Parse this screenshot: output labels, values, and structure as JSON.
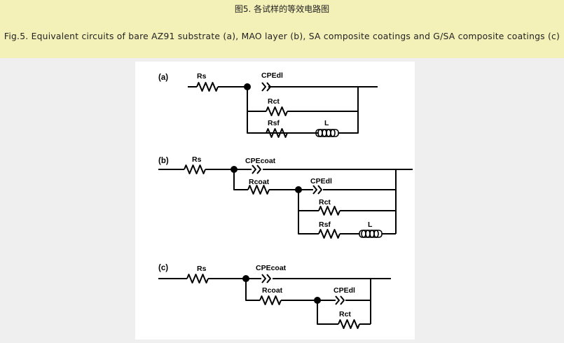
{
  "caption": {
    "chinese": "图5. 各试样的等效电路图",
    "english": "Fig.5. Equivalent circuits of bare AZ91 substrate (a), MAO layer (b), SA composite coatings and G/SA composite coatings (c)"
  },
  "colors": {
    "caption_bg": "#f3f0b8",
    "page_bg": "#efefef",
    "figure_bg": "#ffffff",
    "ink": "#000000"
  },
  "circuits": {
    "a": {
      "panel": "(a)",
      "rs": "Rs",
      "cpe": "CPEdl",
      "rct": "Rct",
      "rsf": "Rsf",
      "l": "L"
    },
    "b": {
      "panel": "(b)",
      "rs": "Rs",
      "cpe_coat": "CPEcoat",
      "rcoat": "Rcoat",
      "cpe_dl": "CPEdl",
      "rct": "Rct",
      "rsf": "Rsf",
      "l": "L"
    },
    "c": {
      "panel": "(c)",
      "rs": "Rs",
      "cpe_coat": "CPEcoat",
      "rcoat": "Rcoat",
      "cpe_dl": "CPEdl",
      "rct": "Rct"
    }
  }
}
